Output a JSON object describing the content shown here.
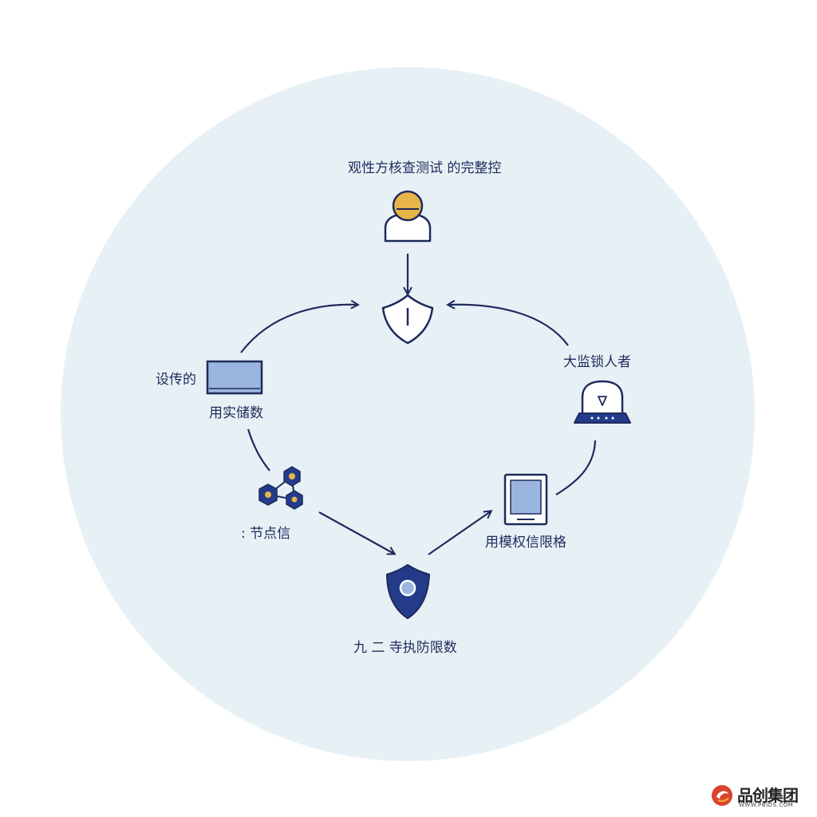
{
  "colors": {
    "background_circle": "#e7f1f5",
    "line": "#1f2a5c",
    "navy": "#243b8a",
    "light_blue": "#9ab6e0",
    "gold": "#e8b548"
  },
  "nodes": {
    "top_user": {
      "label": "观性方核查测试 的完整控",
      "icon": "user-icon"
    },
    "center_shield": {
      "icon": "shield-icon"
    },
    "left_device": {
      "label_top": "设传的",
      "label_bottom": "用实储数",
      "icon": "monitor-icon"
    },
    "right_device": {
      "label": "大监锁人者",
      "icon": "cloud-server-icon"
    },
    "left_network": {
      "label": ": 节点信",
      "icon": "hexagon-network-icon"
    },
    "right_tablet": {
      "label": "用模权信限格",
      "icon": "tablet-icon"
    },
    "bottom_shield": {
      "label": "九 二 寺执防限数",
      "icon": "shield-eye-icon"
    }
  },
  "watermark": {
    "brand": "品创集团",
    "url": "WWW.PBIDS.COM"
  }
}
